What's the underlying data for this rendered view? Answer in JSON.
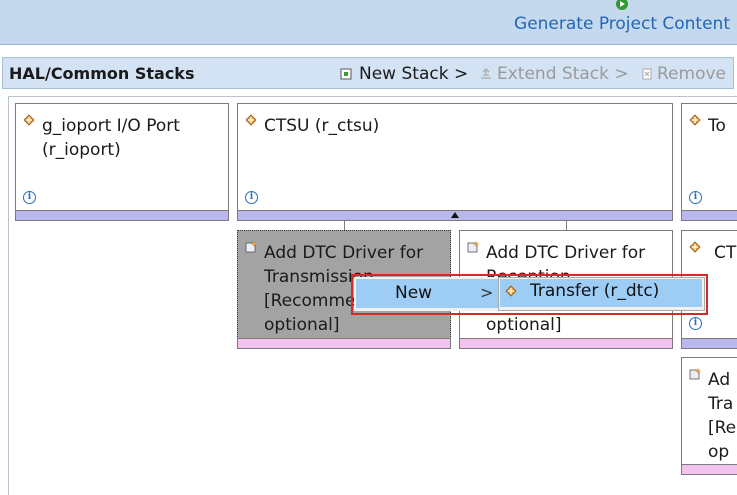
{
  "top": {
    "generate_label": "Generate Project Content"
  },
  "stack_header": {
    "title": "HAL/Common Stacks",
    "new_stack": "New Stack >",
    "extend_stack": "Extend Stack >",
    "remove": "Remove"
  },
  "modules": {
    "ioport": {
      "line1": "g_ioport I/O Port",
      "line2": "(r_ioport)"
    },
    "ctsu": {
      "line1": "CTSU (r_ctsu)"
    },
    "right_top": {
      "line1": "To"
    },
    "dtc_tx": {
      "line1": "Add DTC Driver for",
      "line2": "Transmission",
      "line3": "[Recomme",
      "line4": "optional]"
    },
    "dtc_rx": {
      "line1": "Add DTC Driver for",
      "line2": "Reception",
      "line4": "optional]"
    },
    "right_mid": {
      "line1": "CT"
    },
    "right_bottom": {
      "line1": "Ad",
      "line2": "Tra",
      "line3": "[Re",
      "line4": "op"
    }
  },
  "context_menu": {
    "new_label": "New",
    "arrow": ">",
    "submenu_item": "Transfer (r_dtc)"
  },
  "info_glyph": "i",
  "colors": {
    "accent_blue": "#2266b8",
    "menu_highlight": "#9dcdf4",
    "outline_red": "#d22b2b",
    "bar_blue": "#b9b8ee",
    "bar_pink": "#f4c2ef"
  }
}
